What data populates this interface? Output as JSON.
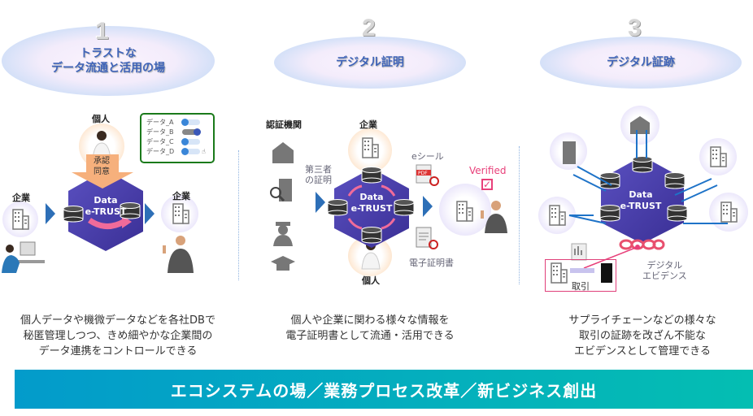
{
  "sections": [
    {
      "number": "1",
      "title_line1": "トラストな",
      "title_line2": "データ流通と活用の場",
      "individual_label": "個人",
      "consent_line1": "承認",
      "consent_line2": "同意",
      "company_left_label": "企業",
      "company_right_label": "企業",
      "hub_line1": "Data",
      "hub_line2": "e-TRUST",
      "popup_rows": [
        {
          "label": "データ_A",
          "enabled": true
        },
        {
          "label": "データ_B",
          "enabled": false
        },
        {
          "label": "データ_C",
          "enabled": true
        },
        {
          "label": "データ_D",
          "enabled": true
        }
      ],
      "description": [
        "個人データや機微データなどを各社DBで",
        "秘匿管理しつつ、きめ細やかな企業間の",
        "データ連携をコントロールできる"
      ]
    },
    {
      "number": "2",
      "title": "デジタル証明",
      "authority_label": "認証機関",
      "third_party_line1": "第三者",
      "third_party_line2": "の証明",
      "company_label": "企業",
      "individual_label": "個人",
      "hub_line1": "Data",
      "hub_line2": "e-TRUST",
      "eseal_label": "eシール",
      "pdf_label": "PDF",
      "certificate_label": "電子証明書",
      "verified_label": "Verified",
      "description": [
        "個人や企業に関わる様々な情報を",
        "電子証明書として流通・活用できる"
      ]
    },
    {
      "number": "3",
      "title": "デジタル証跡",
      "hub_line1": "Data",
      "hub_line2": "e-TRUST",
      "evidence_line1": "デジタル",
      "evidence_line2": "エビデンス",
      "transaction_label": "取引",
      "description": [
        "サプライチェーンなどの様々な",
        "取引の証跡を改ざん不能な",
        "エビデンスとして管理できる"
      ]
    }
  ],
  "banner": "エコシステムの場／業務プロセス改革／新ビジネス創出",
  "colors": {
    "hub": "#4b3fa8",
    "arrow_blue": "#2d6fb7",
    "accent_pink": "#e8407a",
    "banner_start": "#039bcb",
    "banner_end": "#04beb2"
  }
}
